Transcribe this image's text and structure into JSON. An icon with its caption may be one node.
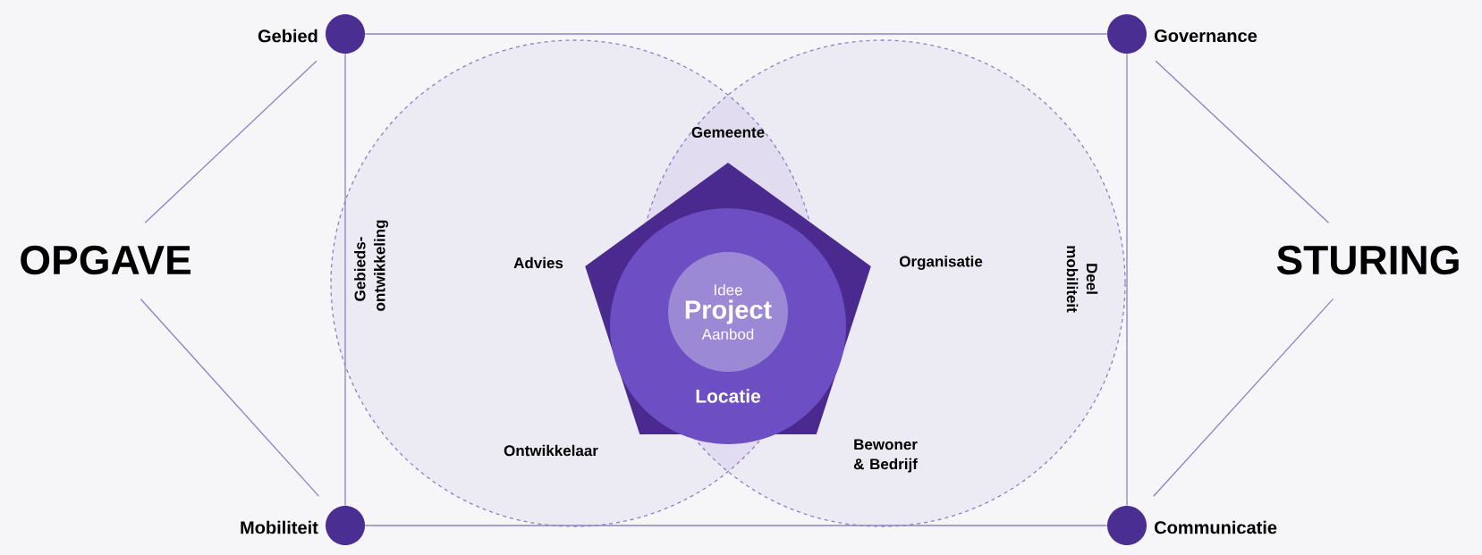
{
  "diagram": {
    "nodes": [
      {
        "text": [],
        "shape": "circle",
        "beside": [
          "Gebied"
        ]
      },
      {
        "text": [],
        "shape": "circle",
        "beside": [
          "Governance"
        ]
      },
      {
        "text": [
          "OPGAVE"
        ]
      },
      {
        "text": [
          "STURING"
        ]
      },
      {
        "text": [],
        "shape": "circle",
        "beside": [
          "Mobiliteit"
        ]
      },
      {
        "text": [],
        "shape": "circle",
        "beside": [
          "Communicatie"
        ]
      },
      {
        "text": [],
        "shape": "pentagon"
      },
      {
        "text": [
          "Locatie"
        ],
        "in": 6
      },
      {
        "text": [
          "Idee",
          "Project",
          "Aanbod"
        ],
        "in": 7
      }
    ],
    "edges": [
      {
        "from": 0,
        "to": 1,
        "arrow": "none"
      },
      {
        "from": 0,
        "to": 4,
        "arrow": "none"
      },
      {
        "from": 1,
        "to": 5,
        "arrow": "none"
      },
      {
        "from": 4,
        "to": 5,
        "arrow": "none"
      },
      {
        "from": 2,
        "to": 0,
        "arrow": "none"
      },
      {
        "from": 2,
        "to": 4,
        "arrow": "none"
      },
      {
        "from": 3,
        "to": 1,
        "arrow": "none"
      },
      {
        "from": 3,
        "to": 5,
        "arrow": "none"
      }
    ],
    "labels": [
      "Gemeente",
      "Gebieds- ontwikkeling",
      "Advies",
      "Organisatie",
      "Deel mobiliteit",
      "Ontwikkelaar",
      "Bewoner & Bedrijf"
    ]
  }
}
